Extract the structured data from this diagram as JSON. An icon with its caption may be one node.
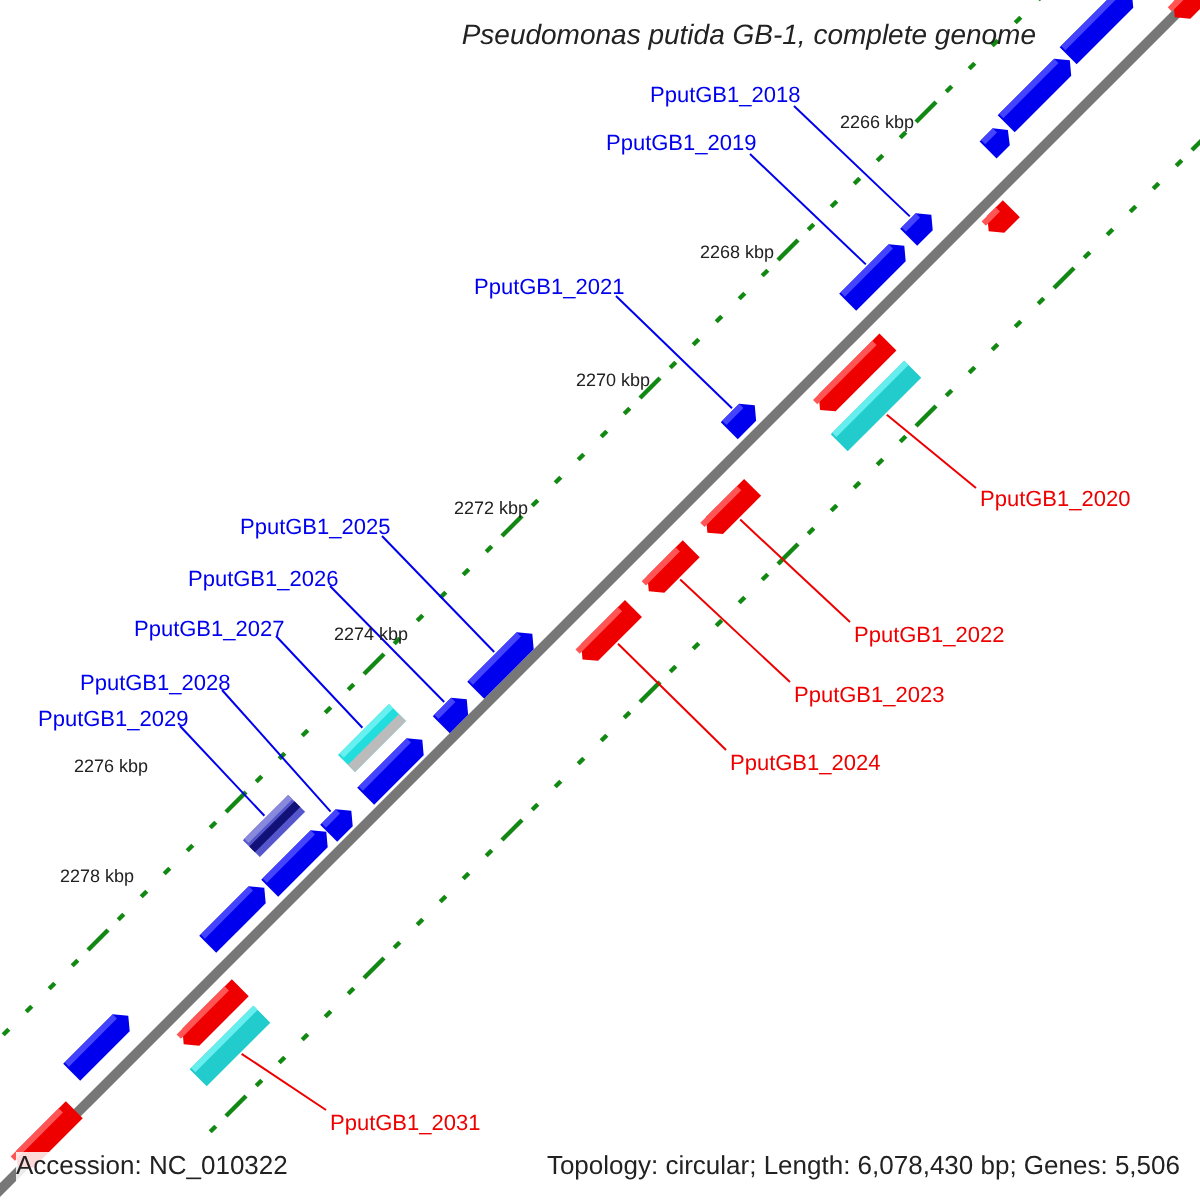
{
  "diagram": {
    "title": "Pseudomonas putida GB-1, complete genome",
    "nodes": [
      {
        "text": [
          "PputGB1_2018"
        ]
      },
      {
        "text": [
          "PputGB1_2019"
        ]
      },
      {
        "text": [
          "PputGB1_2021"
        ]
      },
      {
        "text": [
          "PputGB1_2020"
        ]
      },
      {
        "text": [
          "PputGB1_2025"
        ]
      },
      {
        "text": [
          "PputGB1_2022"
        ]
      },
      {
        "text": [
          "PputGB1_2026"
        ]
      },
      {
        "text": [
          "PputGB1_2027"
        ]
      },
      {
        "text": [
          "PputGB1_2023"
        ]
      },
      {
        "text": [
          "PputGB1_2028"
        ]
      },
      {
        "text": [
          "PputGB1_2029"
        ]
      },
      {
        "text": [
          "PputGB1_2024"
        ]
      },
      {
        "text": [
          "PputGB1_2031"
        ]
      },
      {
        "text": [],
        "shape": "arrow"
      },
      {
        "text": [],
        "shape": "arrow"
      },
      {
        "text": [],
        "shape": "arrow"
      },
      {
        "text": [],
        "shape": "bar"
      },
      {
        "text": [],
        "shape": "arrow"
      },
      {
        "text": [],
        "shape": "arrow"
      },
      {
        "text": [],
        "shape": "arrow"
      },
      {
        "text": [],
        "shape": "bar"
      },
      {
        "text": [],
        "shape": "arrow"
      },
      {
        "text": [],
        "shape": "arrow"
      },
      {
        "text": [],
        "shape": "bar"
      },
      {
        "text": [],
        "shape": "arrow"
      },
      {
        "text": [],
        "shape": "bar"
      },
      {
        "text": [],
        "shape": "arrow"
      },
      {
        "text": [],
        "shape": "arrow"
      },
      {
        "text": [],
        "shape": "arrow"
      },
      {
        "text": [],
        "shape": "arrow"
      },
      {
        "text": [],
        "shape": "arrow"
      },
      {
        "text": [],
        "shape": "arrow"
      },
      {
        "text": [],
        "shape": "arrow"
      },
      {
        "text": [],
        "shape": "arrow"
      },
      {
        "text": [],
        "shape": "arrow"
      },
      {
        "text": [],
        "shape": "arrow"
      },
      {
        "text": [],
        "shape": "arrow"
      },
      {
        "text": [],
        "shape": "arrow"
      }
    ],
    "edges": [
      {
        "from": 0,
        "to": 13,
        "arrow": "none"
      },
      {
        "from": 1,
        "to": 14,
        "arrow": "none"
      },
      {
        "from": 2,
        "to": 15,
        "arrow": "none"
      },
      {
        "from": 3,
        "to": 16,
        "arrow": "none",
        "color": "#ee0000"
      },
      {
        "from": 4,
        "to": 17,
        "arrow": "none"
      },
      {
        "from": 5,
        "to": 18,
        "arrow": "none",
        "color": "#ee0000"
      },
      {
        "from": 6,
        "to": 19,
        "arrow": "none"
      },
      {
        "from": 7,
        "to": 20,
        "arrow": "none"
      },
      {
        "from": 8,
        "to": 21,
        "arrow": "none",
        "color": "#ee0000"
      },
      {
        "from": 9,
        "to": 22,
        "arrow": "none"
      },
      {
        "from": 10,
        "to": 23,
        "arrow": "none"
      },
      {
        "from": 11,
        "to": 24,
        "arrow": "none",
        "color": "#ee0000"
      },
      {
        "from": 12,
        "to": 25,
        "arrow": "none",
        "color": "#ee0000"
      }
    ],
    "labels": [
      "2266 kbp",
      "2268 kbp",
      "2270 kbp",
      "2272 kbp",
      "2274 kbp",
      "2276 kbp",
      "2278 kbp",
      "Accession: NC_010322",
      "Topology: circular; Length: 6,078,430 bp; Genes: 5,506"
    ]
  }
}
